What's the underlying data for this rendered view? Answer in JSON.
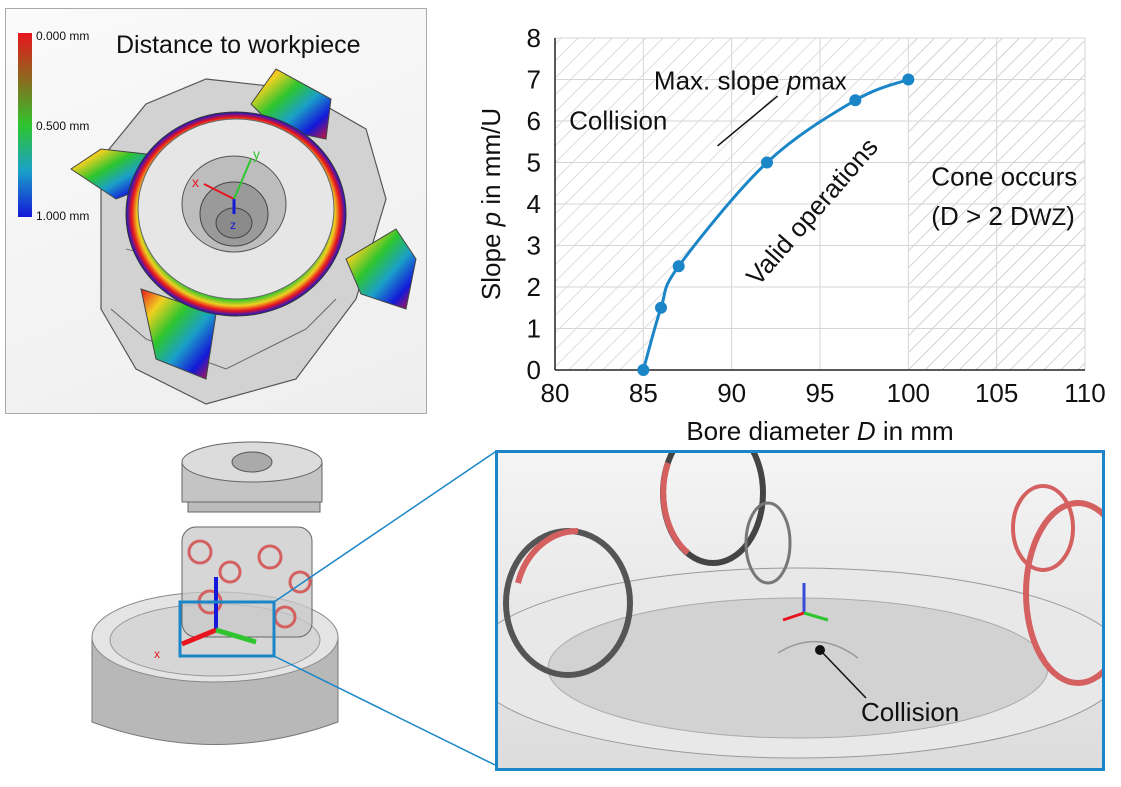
{
  "colorbar": {
    "title": "Distance to workpiece",
    "labels": [
      "0.000 mm",
      "0.500 mm",
      "1.000 mm"
    ],
    "colors": [
      "#e8141e",
      "#8c9a1e",
      "#2ec52e",
      "#1aa0c8",
      "#1418d8"
    ]
  },
  "chart_data": {
    "type": "line",
    "xlabel": "Bore diameter",
    "xlabel_var": "D",
    "xlabel_unit": "in mm",
    "ylabel": "Slope",
    "ylabel_var": "p",
    "ylabel_unit": "in mm/U",
    "xlim": [
      80,
      110
    ],
    "ylim": [
      0,
      8
    ],
    "xticks": [
      80,
      85,
      90,
      95,
      100,
      105,
      110
    ],
    "yticks": [
      0,
      1,
      2,
      3,
      4,
      5,
      6,
      7,
      8
    ],
    "grid": true,
    "series": [
      {
        "name": "Max. slope",
        "name_var": "p",
        "name_sub": "max",
        "color": "#1a86c8",
        "x": [
          85,
          86,
          87,
          92,
          97,
          100
        ],
        "y": [
          0,
          1.5,
          2.5,
          5,
          6.5,
          7
        ]
      }
    ],
    "annotations": {
      "collision": "Collision",
      "valid": "Valid operations",
      "cone_line1": "Cone occurs",
      "cone_line2_prefix": "(D > 2 D",
      "cone_line2_sub": "WZ",
      "cone_line2_suffix": ")"
    },
    "regions": {
      "cone_start_x": 100
    }
  },
  "zoom": {
    "collision_label": "Collision"
  },
  "axes_labels": {
    "x": "x",
    "y": "y",
    "z": "z"
  },
  "colors": {
    "accent": "#1a86c8",
    "hatch": "#c8c8c8"
  }
}
